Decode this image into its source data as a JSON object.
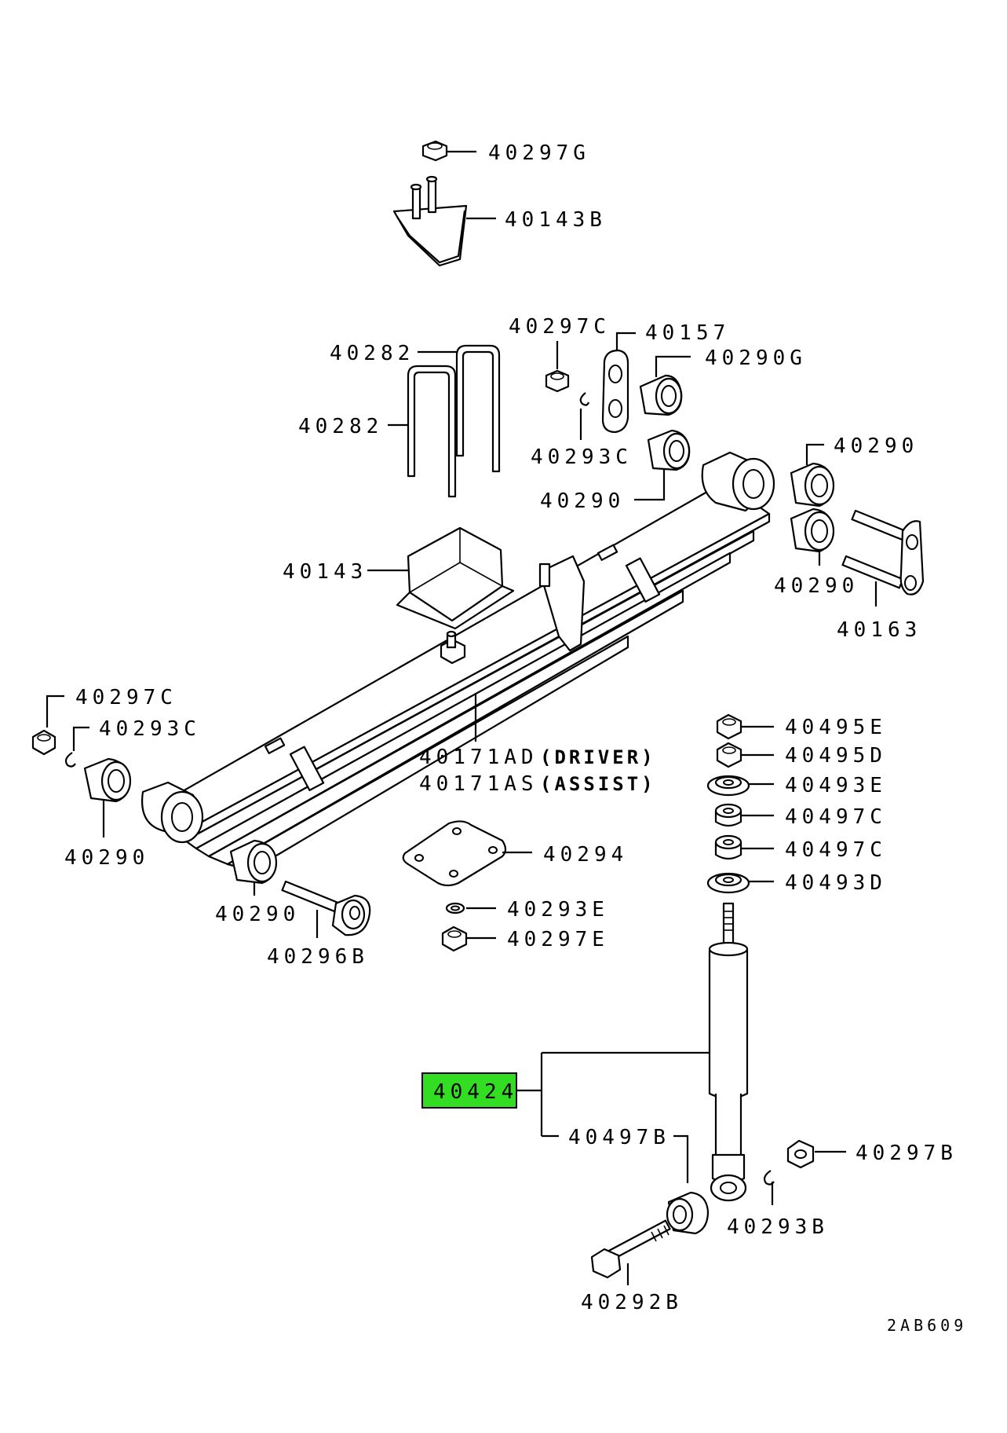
{
  "diagram_code": "2AB609",
  "highlight_color": "#33dd22",
  "labels": {
    "p40297G": "40297G",
    "p40143B": "40143B",
    "p40297C_top": "40297C",
    "p40157": "40157",
    "p40290G": "40290G",
    "p40282_a": "40282",
    "p40282_b": "40282",
    "p40293C_top": "40293C",
    "p40290_mid": "40290",
    "p40290_r1": "40290",
    "p40290_r2": "40290",
    "p40163": "40163",
    "p40143": "40143",
    "p40297C_left": "40297C",
    "p40293C_left": "40293C",
    "p40290_left": "40290",
    "p40290_low": "40290",
    "p40296B": "40296B",
    "p40171AD": "40171AD",
    "p40171AD_note": "(DRIVER)",
    "p40171AS": "40171AS",
    "p40171AS_note": "(ASSIST)",
    "p40294": "40294",
    "p40293E": "40293E",
    "p40297E": "40297E",
    "p40495E": "40495E",
    "p40495D": "40495D",
    "p40493E": "40493E",
    "p40497C_a": "40497C",
    "p40497C_b": "40497C",
    "p40493D": "40493D",
    "p40424": "40424",
    "p40497B": "40497B",
    "p40297B": "40297B",
    "p40293B": "40293B",
    "p40292B": "40292B"
  }
}
